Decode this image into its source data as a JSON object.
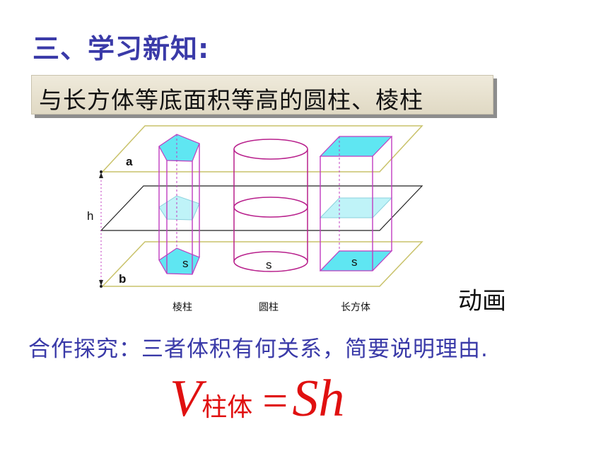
{
  "heading": "三、学习新知:",
  "subtitle": "与长方体等底面积等高的圆柱、棱柱",
  "diagram": {
    "plane_top_label": "a",
    "plane_bottom_label": "b",
    "height_label": "h",
    "base_label": "s",
    "shape_labels": [
      "棱柱",
      "圆柱",
      "长方体"
    ],
    "colors": {
      "plane": "#c9c26a",
      "edge": "#c03cc0",
      "face": "#5fe6f2",
      "ellipse": "#b8208c"
    }
  },
  "animation_link": "动画",
  "question": "合作探究：三者体积有何关系，简要说明理由.",
  "formula": {
    "lhs": "V",
    "subscript": "柱体",
    "equals": "=",
    "rhs": "Sh"
  }
}
